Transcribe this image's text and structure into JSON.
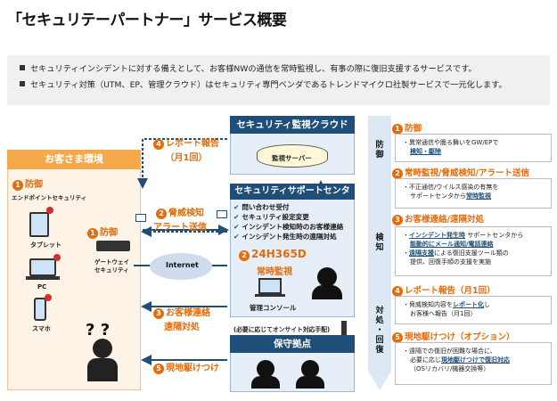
{
  "title": "「セキュリテーパートナー」サービス概要",
  "intro": {
    "line1": "セキュリティインシデントに対する備えとして、お客様NWの通信を常時監視し、有事の際に復旧支援するサービスです。",
    "line2": "セキュリティ対策（UTM、EP、管理クラウド）はセキュリティ専門ベンダであるトレンドマイクロ社製サービスで一元化します。"
  },
  "customer": {
    "header": "お客さま環境",
    "defense": "防御",
    "defense_num": "1",
    "endpoint_label": "エンドポイントセキュリティ",
    "tablet": "タブレット",
    "pc": "PC",
    "phone": "スマホ",
    "gateway": "ゲートウェイ\nセキュリティ",
    "gateway_defense": "防御",
    "gateway_num": "1"
  },
  "flows": {
    "report": {
      "num": "4",
      "text": "レポート報告",
      "sub": "（月1回）"
    },
    "detect": {
      "num": "2",
      "text": "脅威検知",
      "sub": "アラート送信"
    },
    "contact": {
      "num": "3",
      "text": "お客様連絡",
      "sub": "遠隔対処"
    },
    "onsite": {
      "num": "5",
      "text": "現地駆けつけ"
    },
    "internet": "Internet"
  },
  "monitor_cloud": {
    "header": "セキュリティ監視クラウド",
    "server": "監視サーバー"
  },
  "support_center": {
    "header": "セキュリティサポートセンタ",
    "checks": [
      "問い合わせ受付",
      "セキュリティ設定変更",
      "インシデント検知時のお客様連絡",
      "インシデント発生時の遠隔対処"
    ],
    "num": "2",
    "hours": "24H365D",
    "always": "常時監視",
    "console": "管理コンソール"
  },
  "onsite_note": "(必要に応じてオンサイト対応手配)",
  "maintenance": {
    "header": "保守拠点"
  },
  "phases": [
    "防\n御",
    "検\n知",
    "対\n処\n・\n回\n復"
  ],
  "right": [
    {
      "num": "1",
      "title": "防御",
      "lines": [
        [
          "・異常通信や脆る舞いをGW/EPで",
          ""
        ],
        [
          "",
          "検知・駆除"
        ]
      ]
    },
    {
      "num": "2",
      "title": "常時監視/脅威検知/アラート送信",
      "lines": [
        [
          "・不正通信/ウイルス感染の有無を",
          ""
        ],
        [
          "サポートセンタから",
          "常時監視"
        ]
      ]
    },
    {
      "num": "3",
      "title": "お客様連絡/遠隔対処",
      "lines": [
        [
          "・",
          "インシデント発生時",
          " サポートセンタから"
        ],
        [
          "",
          "能動的にメール通知/電話連絡",
          ""
        ],
        [
          "・",
          "遠隔支援",
          "による復旧支援ツール類の"
        ],
        [
          "提供、回復手順の支援を実施",
          "",
          ""
        ]
      ]
    },
    {
      "num": "4",
      "title": "レポート報告（月1回）",
      "lines": [
        [
          "・脅威検知内容を",
          "レポート化",
          "し"
        ],
        [
          "お客様へ報告（月1回）",
          "",
          ""
        ]
      ]
    },
    {
      "num": "5",
      "title": "現地駆けつけ（オプション）",
      "lines": [
        [
          "・遠隔での復旧が困難な場合に、",
          "",
          ""
        ],
        [
          "必要に応じ",
          "現地駆けつけで復旧対応",
          ""
        ],
        [
          "（OSリカバリ/機器交換等）",
          "",
          ""
        ]
      ]
    }
  ]
}
